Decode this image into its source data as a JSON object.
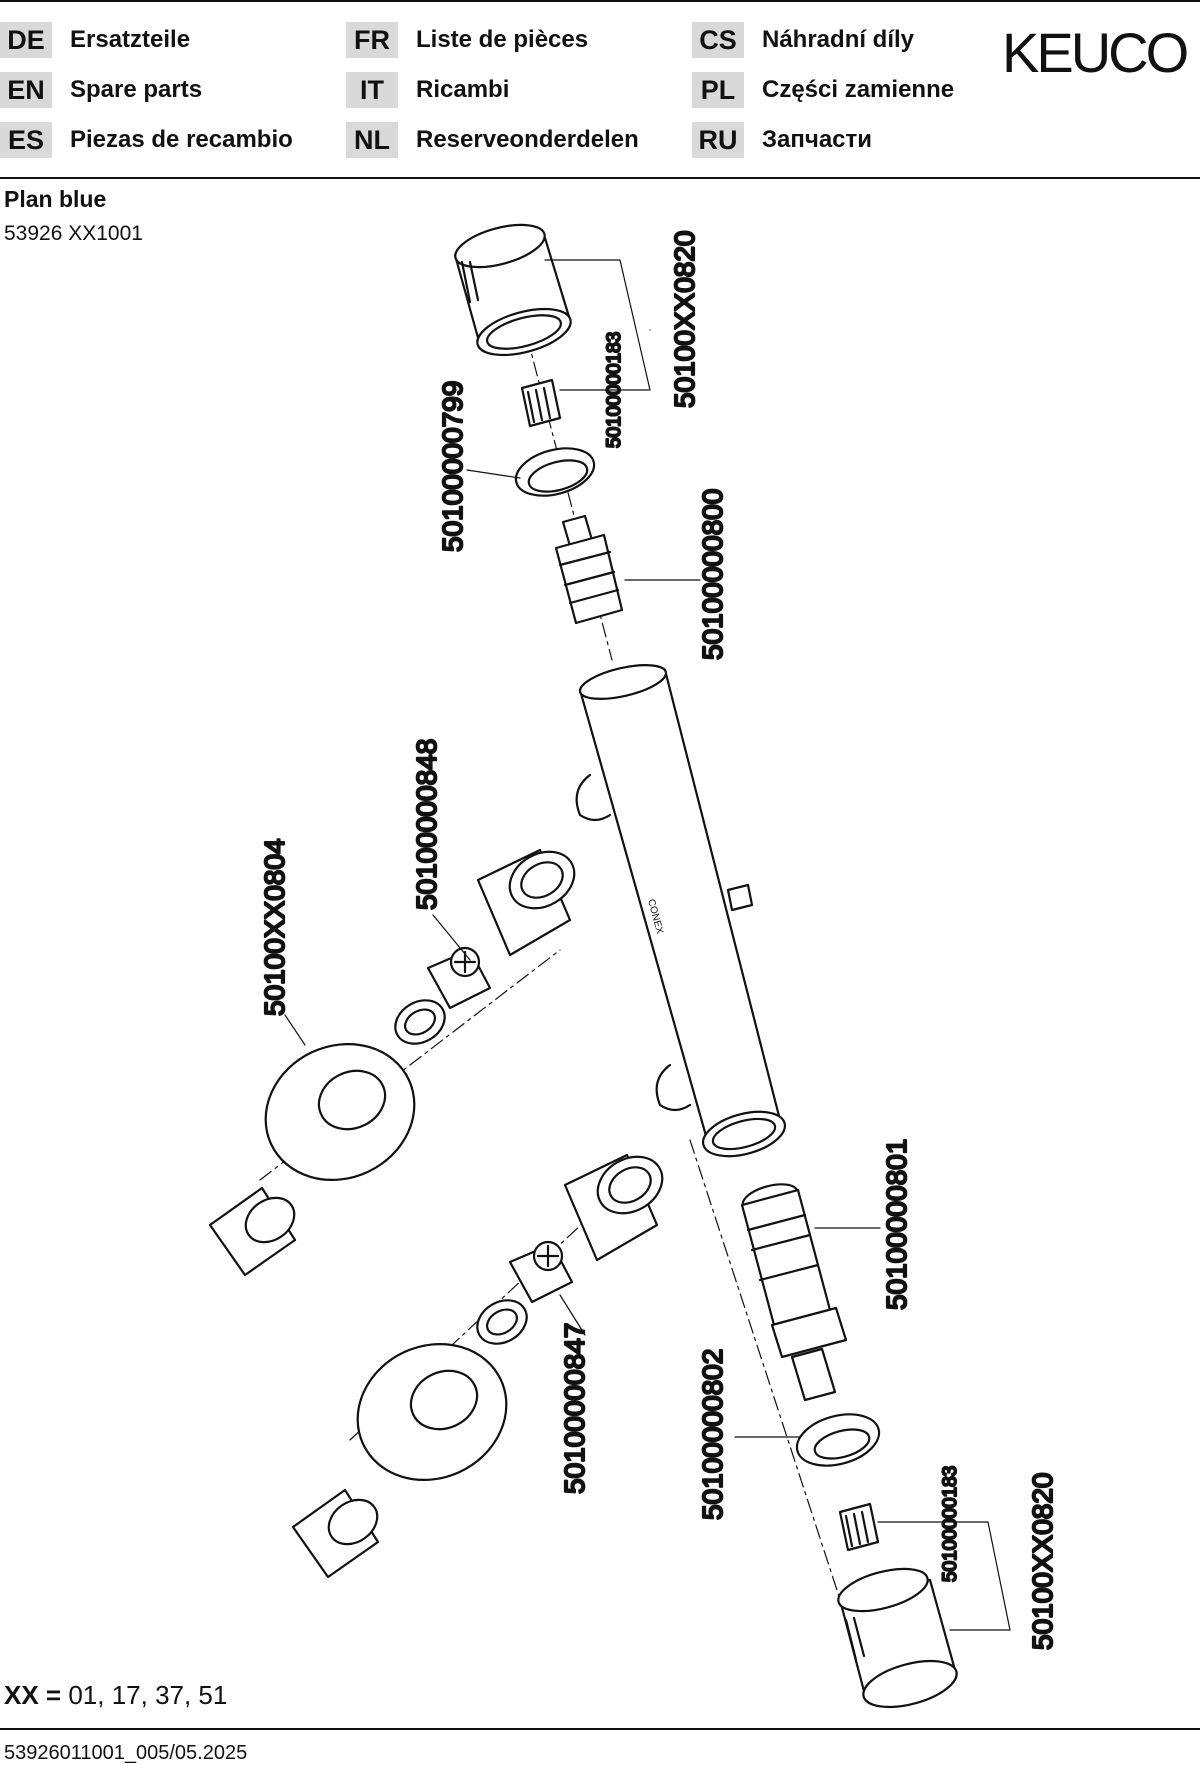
{
  "languages": [
    {
      "code": "DE",
      "label": "Ersatzteile"
    },
    {
      "code": "EN",
      "label": "Spare parts"
    },
    {
      "code": "ES",
      "label": "Piezas de recambio"
    },
    {
      "code": "FR",
      "label": "Liste de pièces"
    },
    {
      "code": "IT",
      "label": "Ricambi"
    },
    {
      "code": "NL",
      "label": "Reserveonderdelen"
    },
    {
      "code": "CS",
      "label": "Náhradní díly"
    },
    {
      "code": "PL",
      "label": "Części zamienne"
    },
    {
      "code": "RU",
      "label": "Запчасти"
    }
  ],
  "brand": "KEUCO",
  "product": {
    "name": "Plan blue",
    "number": "53926 XX1001"
  },
  "parts": {
    "handle_top": "50100XX0820",
    "adapter_top": "50100000183",
    "ring_top": "50100000799",
    "cartridge_top": "50100000800",
    "eccentric_sleeve": "50100000848",
    "rosette": "50100XX0804",
    "check_valve": "50100000847",
    "thermo_cartridge": "50100000801",
    "ring_bottom": "50100000802",
    "adapter_bottom": "50100000183",
    "handle_bottom": "50100XX0820"
  },
  "body_marking": "CONEX",
  "xx_note": {
    "label": "XX =",
    "values": "01, 17, 37, 51"
  },
  "footer": "53926011001_005/05.2025"
}
